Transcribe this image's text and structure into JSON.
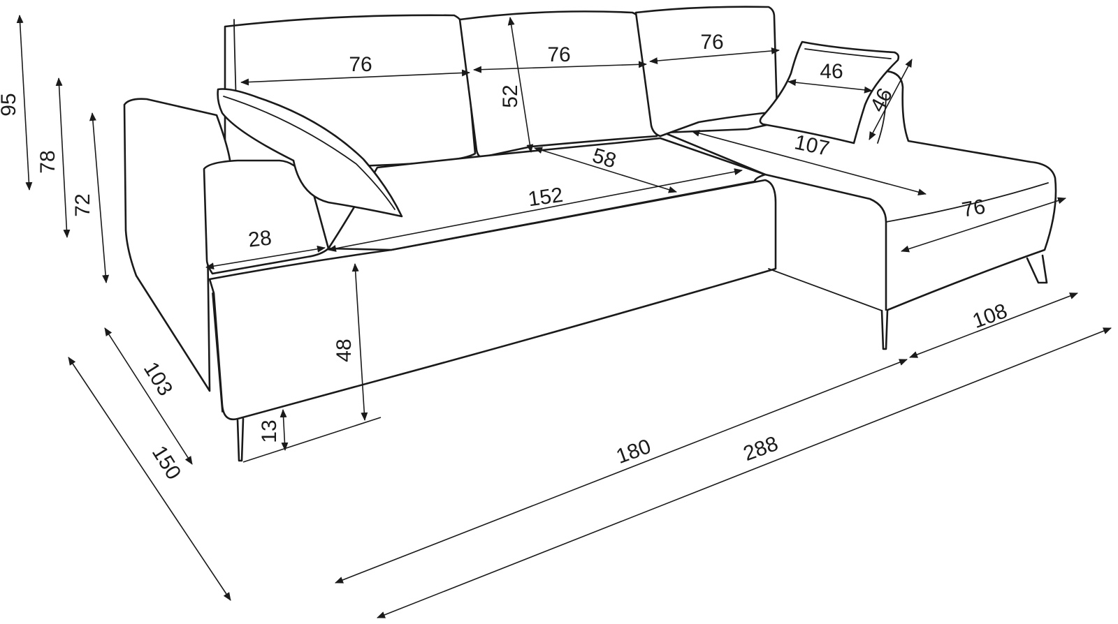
{
  "colors": {
    "ink": "#1a1a1a",
    "background": "#ffffff"
  },
  "dimensions": {
    "total_height": "95",
    "back_height": "78",
    "armrest_height": "72",
    "depth_main": "103",
    "depth_chaise": "150",
    "back_cushion_left": "76",
    "back_cushion_middle": "76",
    "back_cushion_right": "76",
    "back_cushion_height": "52",
    "pillow_width": "46",
    "pillow_height": "46",
    "seat_depth": "58",
    "seat_width": "152",
    "chaise_length": "107",
    "chaise_width": "76",
    "armrest_width": "28",
    "seat_height": "48",
    "leg_height": "13",
    "main_length": "180",
    "chaise_depth": "108",
    "total_length": "288"
  }
}
